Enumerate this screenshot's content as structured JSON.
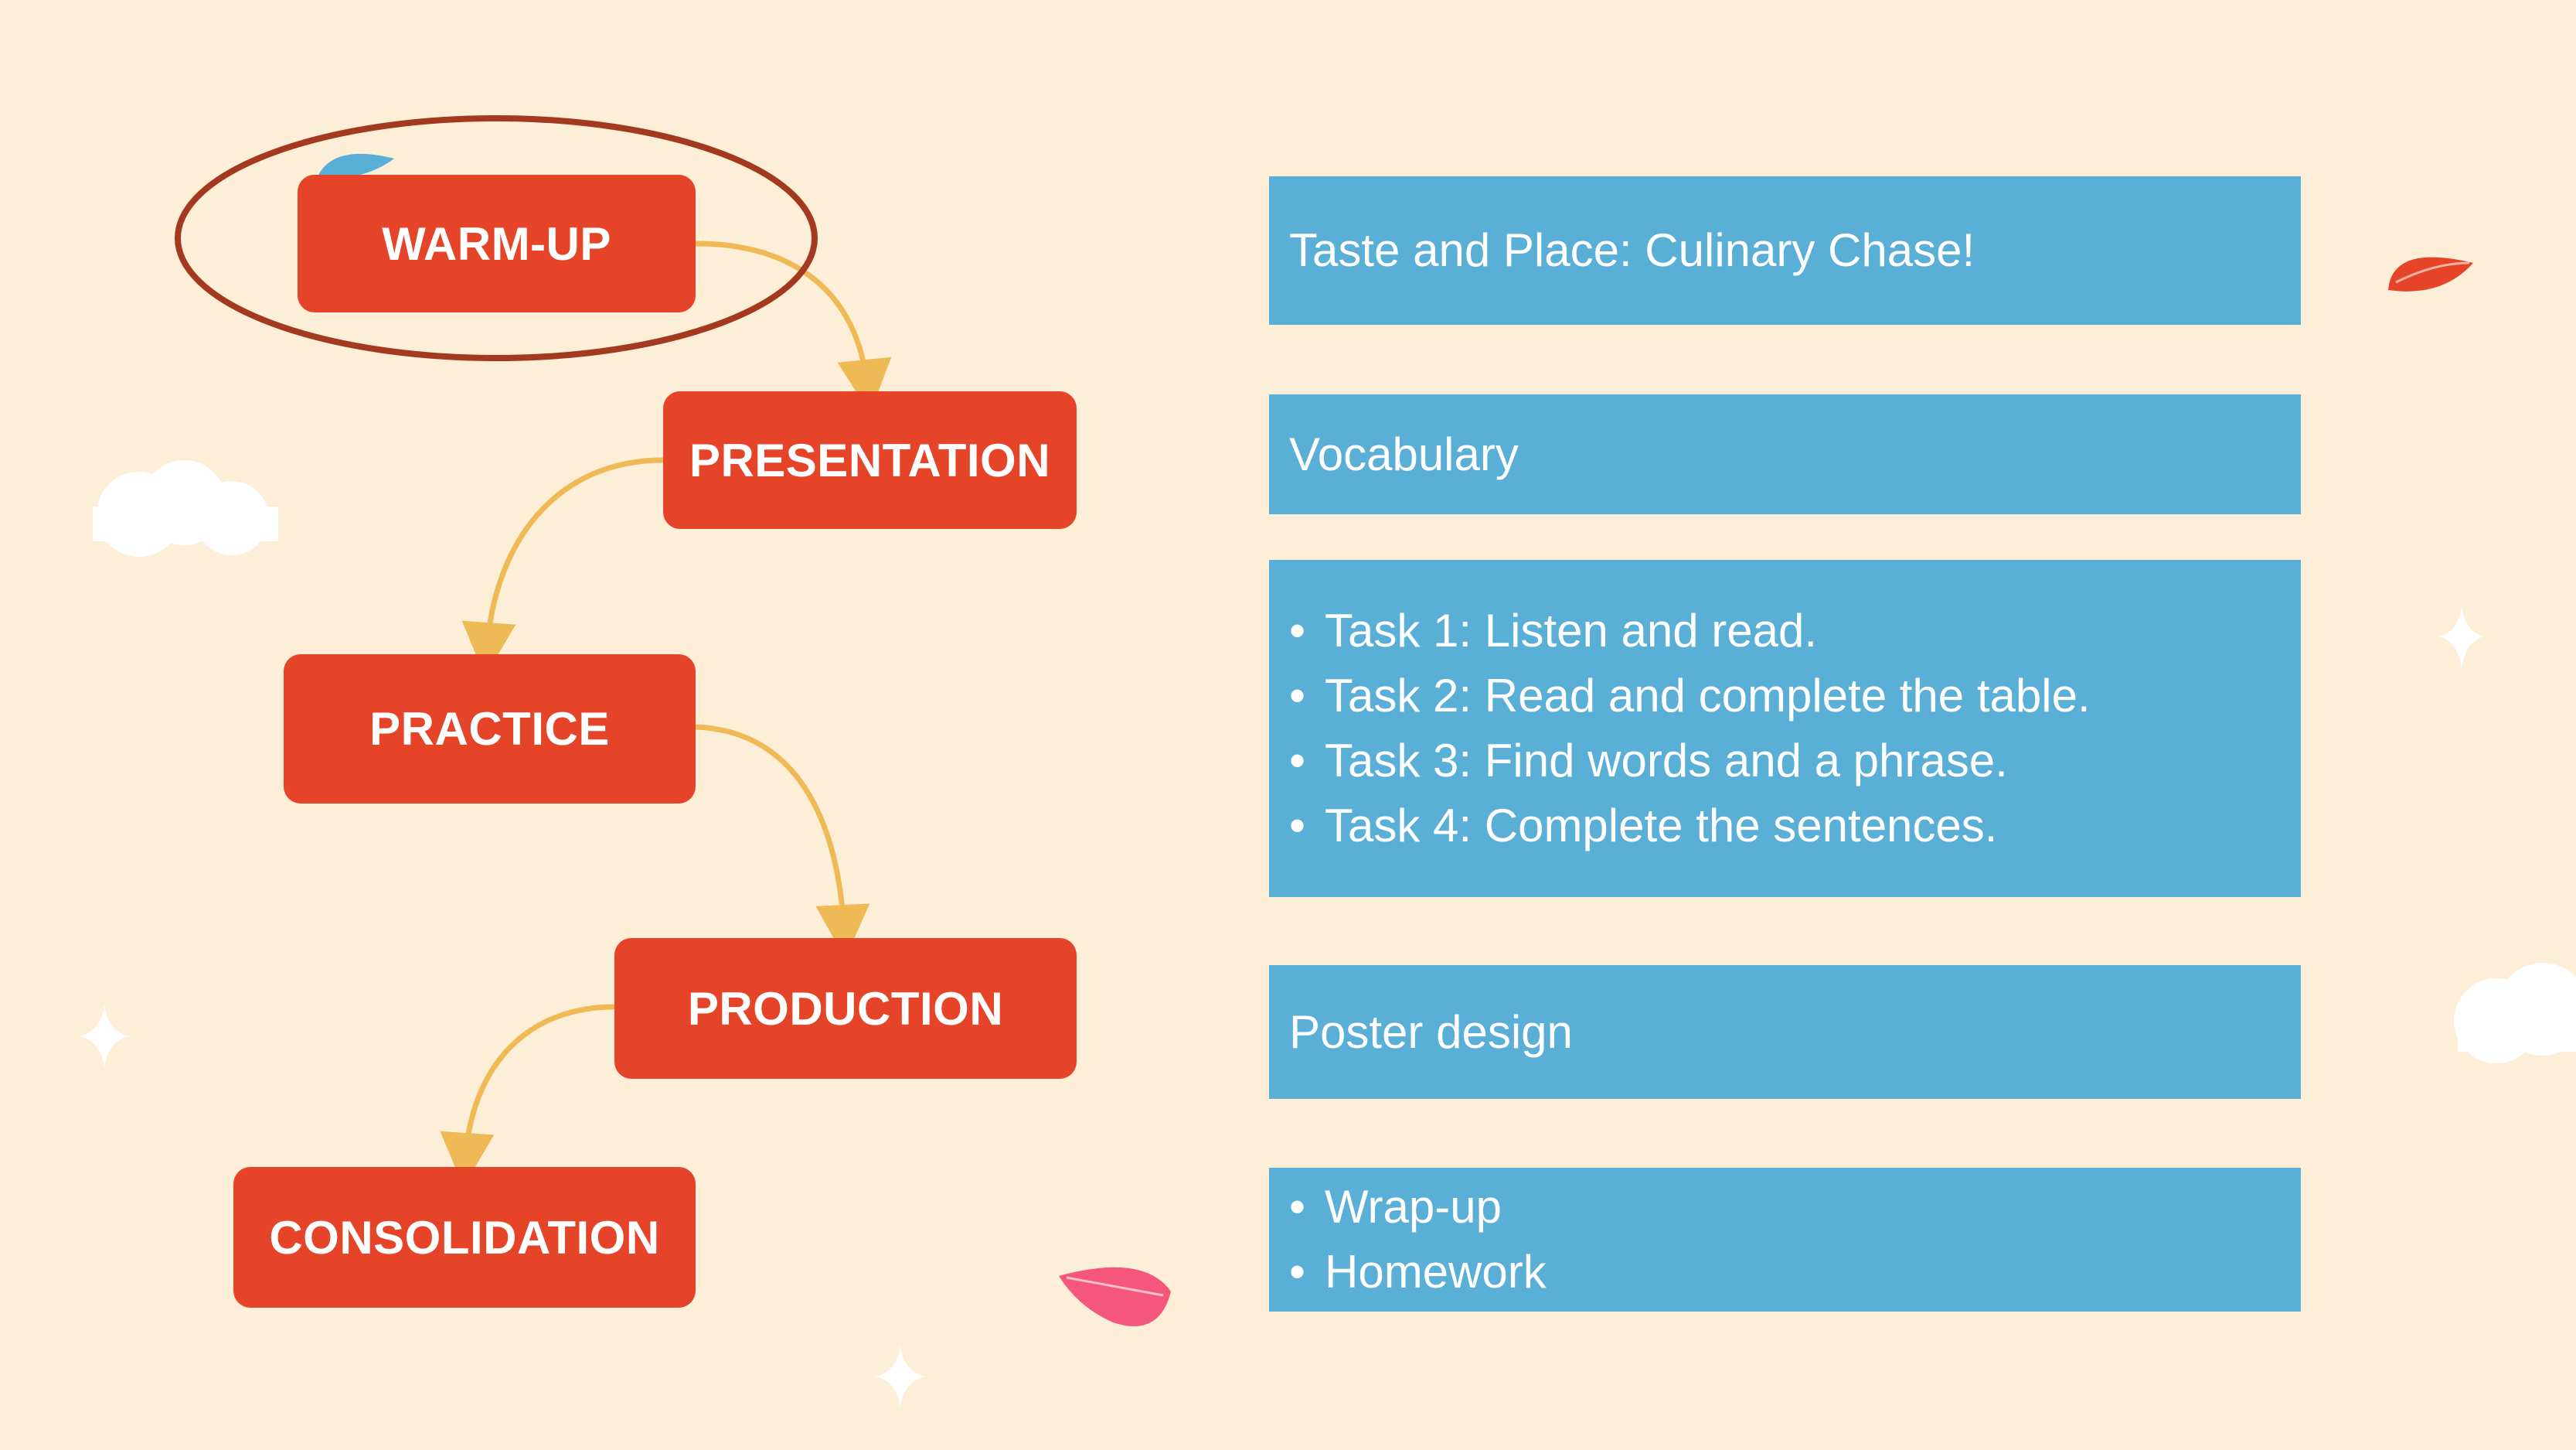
{
  "steps": [
    {
      "label": "WARM-UP"
    },
    {
      "label": "PRESENTATION"
    },
    {
      "label": "PRACTICE"
    },
    {
      "label": "PRODUCTION"
    },
    {
      "label": "CONSOLIDATION"
    }
  ],
  "details": {
    "warmup": "Taste and Place: Culinary Chase!",
    "presentation": "Vocabulary",
    "practice": [
      "Task 1: Listen and read.",
      "Task 2: Read and complete the table.",
      "Task 3: Find words and a phrase.",
      "Task 4: Complete the sentences."
    ],
    "production": "Poster design",
    "consolidation": [
      "Wrap-up",
      "Homework"
    ]
  },
  "colors": {
    "background": "#fdeed8",
    "step_box": "#e54428",
    "detail_box": "#5aafd6",
    "arrow": "#efba55",
    "highlight_ring": "#a33a1f"
  }
}
